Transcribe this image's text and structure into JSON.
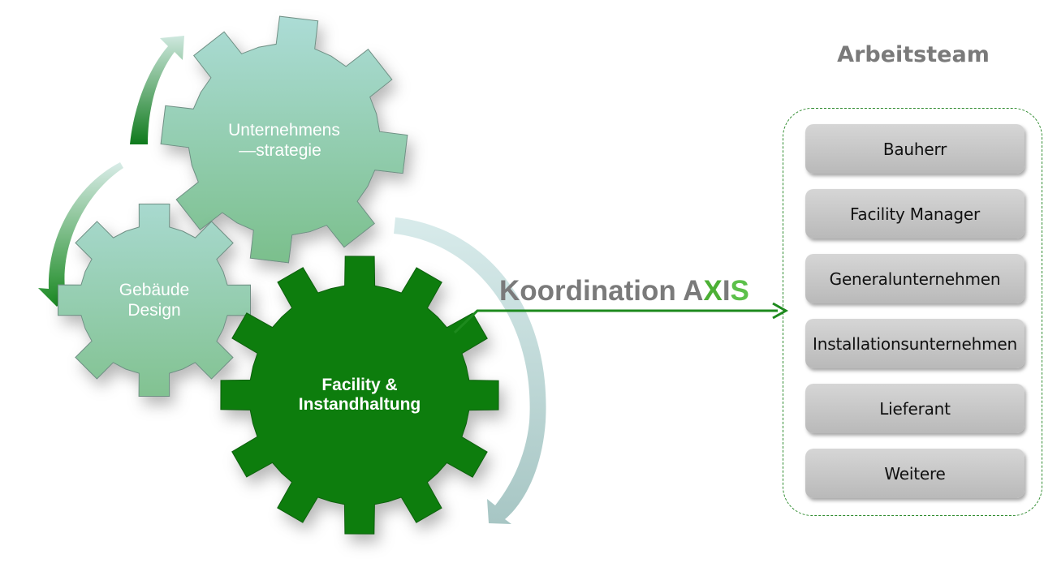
{
  "gears": {
    "strategy": {
      "line1": "Unternehmens",
      "line2": "—strategie"
    },
    "design": {
      "line1": "Gebäude",
      "line2": "Design"
    },
    "facility": {
      "line1": "Facility &",
      "line2": "Instandhaltung"
    }
  },
  "coordination": {
    "prefix": "Koordination A",
    "x": "X",
    "i": "I",
    "s": "S"
  },
  "team": {
    "title": "Arbeitsteam",
    "items": [
      "Bauherr",
      "Facility Manager",
      "Generalunternehmen",
      "Installationsunternehmen",
      "Lieferant",
      "Weitere"
    ]
  },
  "colors": {
    "dark_gear": "#0a7d0a",
    "light_gear_top": "#a9dbd4",
    "light_gear_bottom": "#7cc08e",
    "arrow_green": "#1d8a1d",
    "arrow_teal": "#cfe6e4",
    "label_gray": "#7a7a7a",
    "axis_green": "#4cb035"
  }
}
